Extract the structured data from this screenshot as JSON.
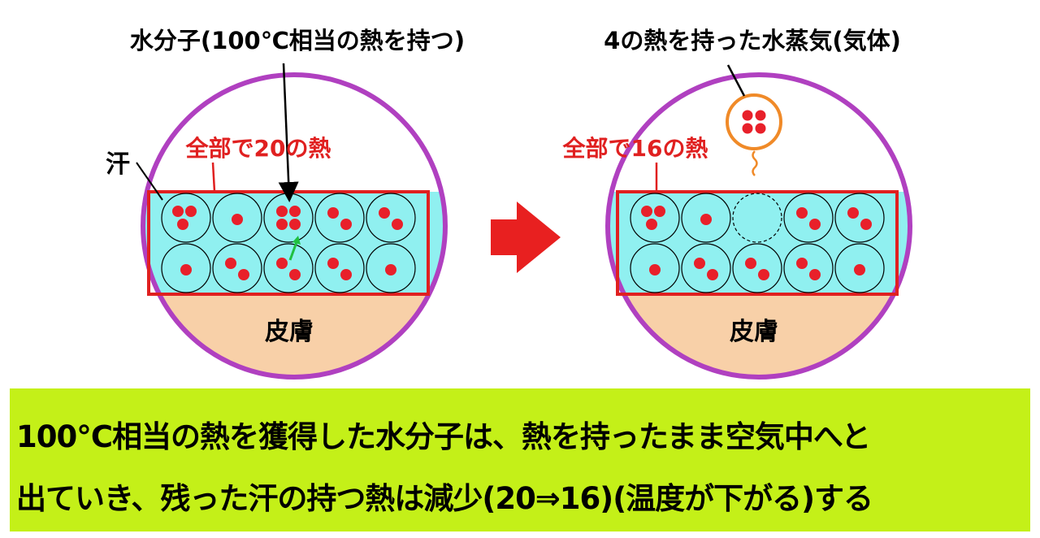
{
  "left_panel": {
    "label_water_molecule": "水分子(100℃相当の熱を持つ)",
    "label_sweat": "汗",
    "label_total_heat": "全部で20の熱",
    "label_skin": "皮膚",
    "dots_per_molecule": [
      3,
      1,
      4,
      2,
      2,
      1,
      2,
      2,
      2,
      1
    ]
  },
  "right_panel": {
    "label_vapor": "4の熱を持った水蒸気(気体)",
    "label_total_heat": "全部で16の熱",
    "label_skin": "皮膚",
    "dots_per_molecule": [
      3,
      1,
      0,
      2,
      2,
      1,
      2,
      2,
      2,
      1
    ],
    "vapor_dots": 4
  },
  "caption": {
    "line1": "100℃相当の熱を獲得した水分子は、熱を持ったまま空気中へと",
    "line2": "出ていき、残った汗の持つ熱は減少(20⇒16)(温度が下がる)する"
  },
  "colors": {
    "circle_border": "#b040c0",
    "sweat_fill": "#90f0f0",
    "sweat_border": "#e02020",
    "skin_fill": "#f8d0a8",
    "heat_dot": "#e8202a",
    "vapor_ring": "#f08a28",
    "arrow": "#e82020",
    "upward_arrow": "#20c040",
    "caption_bg": "#c4f018"
  },
  "icons": [
    "right-arrow-icon",
    "upward-arrow-icon"
  ]
}
